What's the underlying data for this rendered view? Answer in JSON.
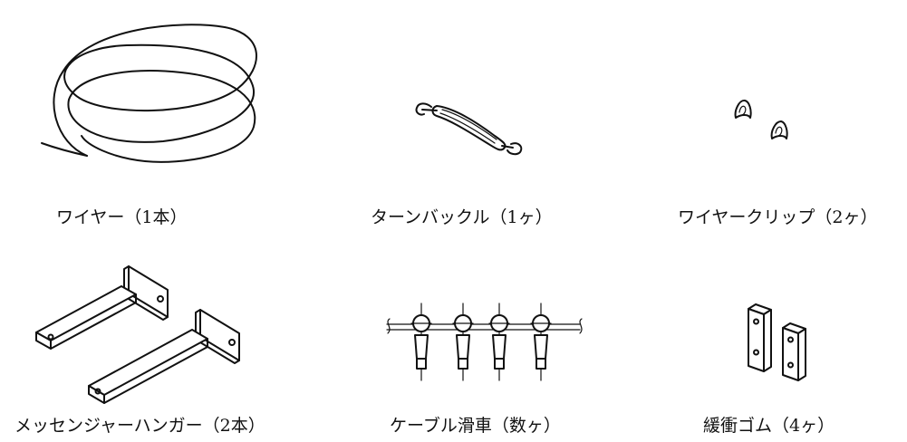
{
  "parts": [
    {
      "id": "wire",
      "label": "ワイヤー（1本）"
    },
    {
      "id": "turnbuckle",
      "label": "ターンバックル（1ヶ）"
    },
    {
      "id": "wire-clip",
      "label": "ワイヤークリップ（2ヶ）"
    },
    {
      "id": "messenger-hanger",
      "label": "メッセンジャーハンガー（2本）"
    },
    {
      "id": "cable-pulley",
      "label": "ケーブル滑車（数ヶ）"
    },
    {
      "id": "rubber-buffer",
      "label": "緩衝ゴム（4ヶ）"
    }
  ]
}
